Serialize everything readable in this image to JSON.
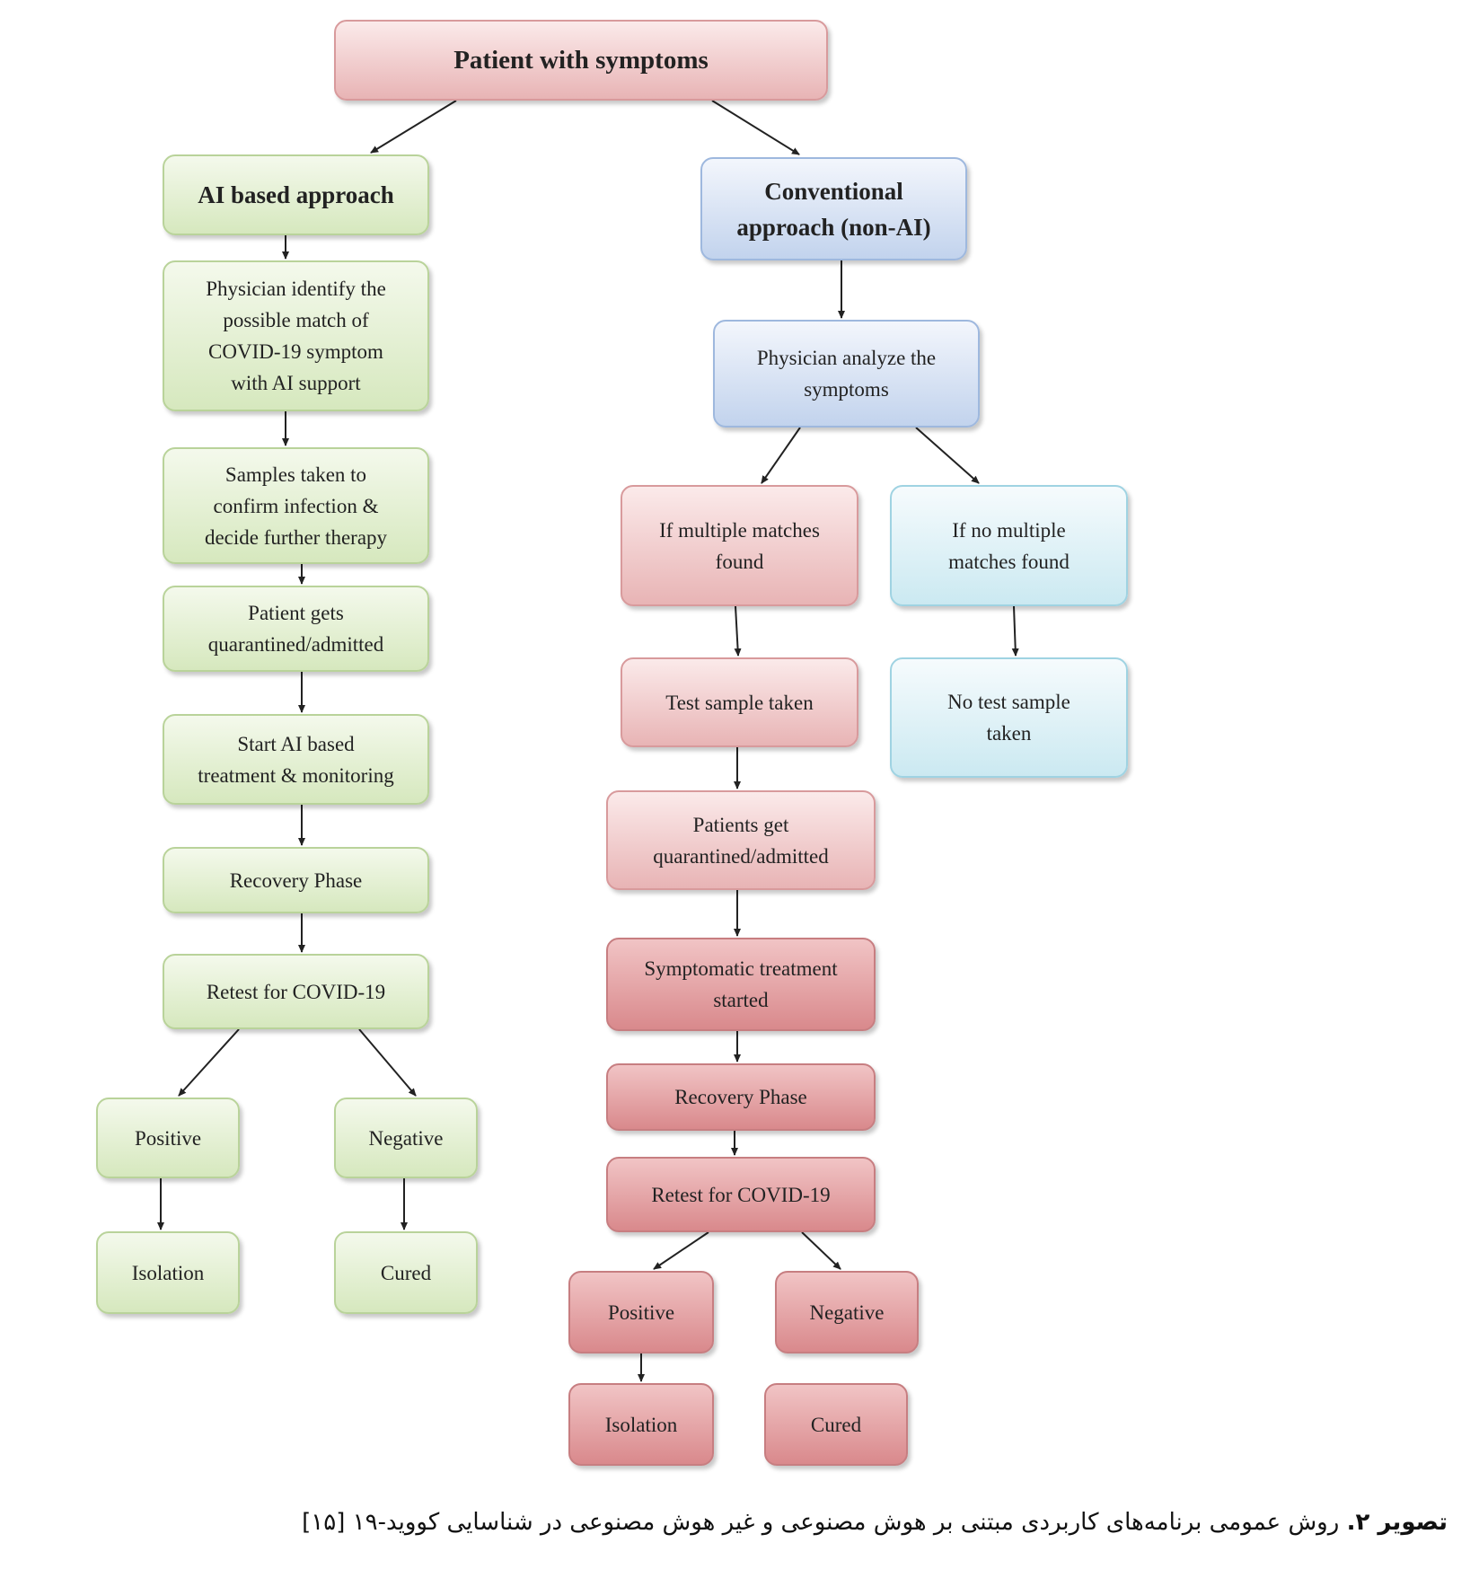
{
  "colors": {
    "arrow": "#222222"
  },
  "diagram": {
    "root": "Patient with symptoms",
    "ai": {
      "title": "AI based approach",
      "step1": "Physician identify the\npossible match of\nCOVID-19 symptom\nwith AI support",
      "step2": "Samples taken to\nconfirm infection &\ndecide further therapy",
      "step3": "Patient gets\nquarantined/admitted",
      "step4": "Start AI based\ntreatment & monitoring",
      "step5": "Recovery Phase",
      "step6": "Retest for COVID-19",
      "positive": "Positive",
      "negative": "Negative",
      "isolation": "Isolation",
      "cured": "Cured"
    },
    "conv": {
      "title": "Conventional\napproach (non-AI)",
      "analyze": "Physician analyze the\nsymptoms",
      "multi": "If multiple matches\nfound",
      "nomulti": "If no multiple\nmatches found",
      "test": "Test sample taken",
      "notest": "No test sample\ntaken",
      "quarantine": "Patients get\nquarantined/admitted",
      "treatment": "Symptomatic treatment\nstarted",
      "recovery": "Recovery Phase",
      "retest": "Retest for COVID-19",
      "positive": "Positive",
      "negative": "Negative",
      "isolation": "Isolation",
      "cured": "Cured"
    }
  },
  "caption": {
    "label": "تصویر ۲.",
    "text": " روش عمومی برنامه‌های کاربردی مبتنی بر هوش مصنوعی و غیر هوش مصنوعی در شناسایی کووید-۱۹ [۱۵]"
  }
}
